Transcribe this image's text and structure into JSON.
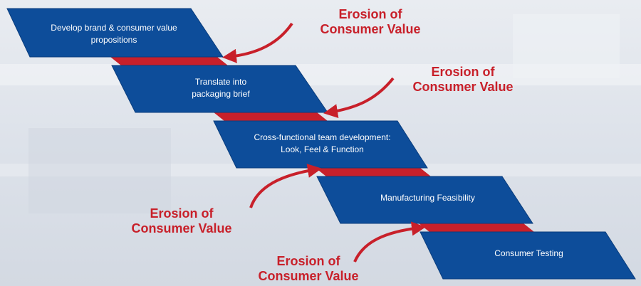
{
  "steps": [
    {
      "line1": "Develop  brand & consumer value",
      "line2": "propositions"
    },
    {
      "line1": "Translate  into",
      "line2": "packaging brief"
    },
    {
      "line1": "Cross-functional  team development:",
      "line2": "Look,  Feel & Function"
    },
    {
      "line1": "Manufacturing  Feasibility",
      "line2": ""
    },
    {
      "line1": "Consumer  Testing",
      "line2": ""
    }
  ],
  "callouts": [
    {
      "line1": "Erosion of",
      "line2": "Consumer Value"
    },
    {
      "line1": "Erosion of",
      "line2": "Consumer Value"
    },
    {
      "line1": "Erosion of",
      "line2": "Consumer Value"
    },
    {
      "line1": "Erosion of",
      "line2": "Consumer Value"
    }
  ],
  "colors": {
    "step_fill": "#0d4d9a",
    "step_edge": "#0a3d7d",
    "connector": "#c8202a",
    "text_accent": "#c8202a"
  }
}
